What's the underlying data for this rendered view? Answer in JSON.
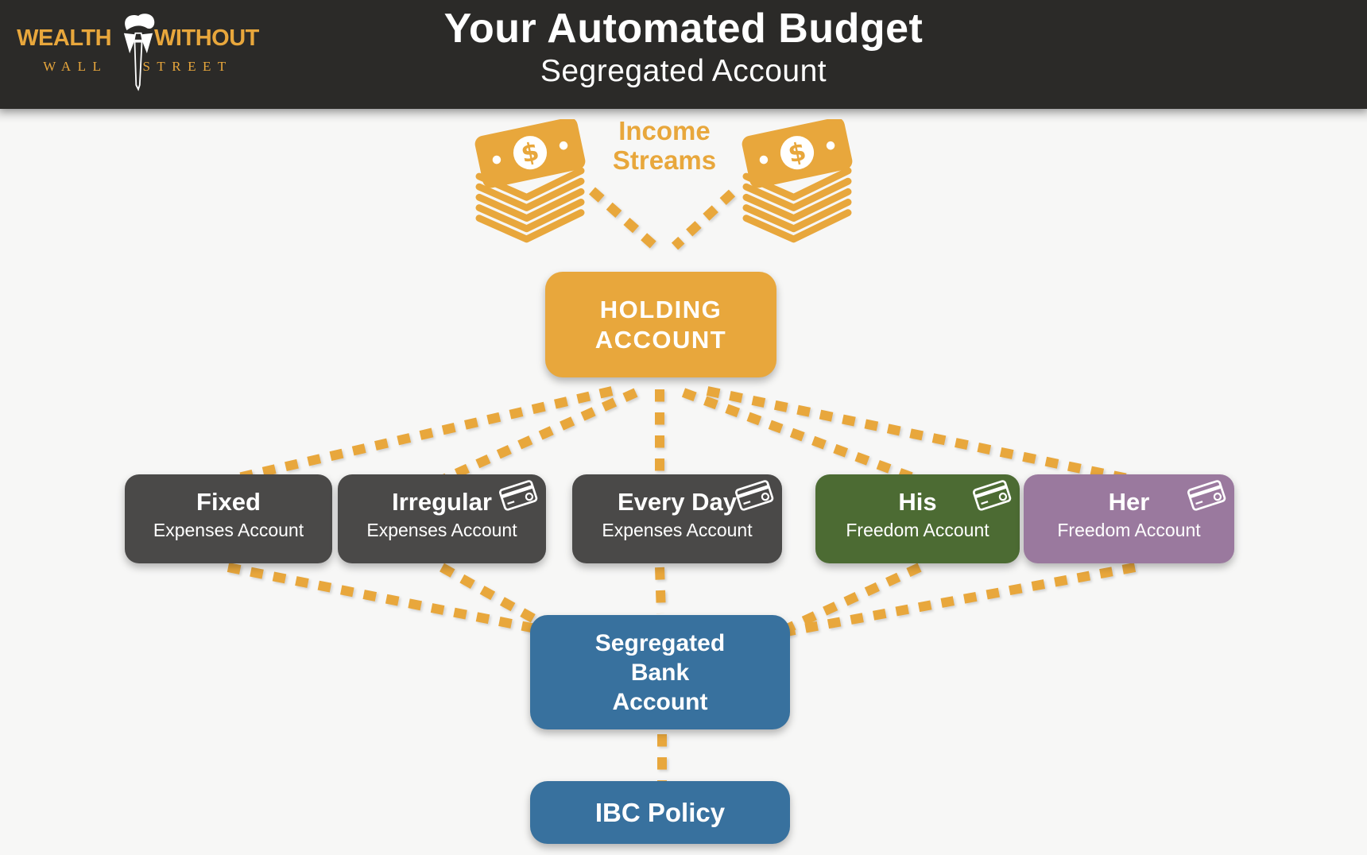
{
  "brand": {
    "word_left": "WEALTH",
    "word_right": "WITHOUT",
    "sub_left": "WALL",
    "sub_right": "STREET"
  },
  "header": {
    "title": "Your Automated Budget",
    "subtitle": "Segregated Account"
  },
  "income": {
    "line1": "Income",
    "line2": "Streams"
  },
  "holding": {
    "line1": "HOLDING",
    "line2": "ACCOUNT",
    "color": "#E8A73C"
  },
  "accounts": [
    {
      "title": "Fixed",
      "subtitle": "Expenses Account",
      "color": "#4A4948",
      "card": false
    },
    {
      "title": "Irregular",
      "subtitle": "Expenses Account",
      "color": "#4A4948",
      "card": true
    },
    {
      "title": "Every Day",
      "subtitle": "Expenses Account",
      "color": "#4A4948",
      "card": true
    },
    {
      "title": "His",
      "subtitle": "Freedom Account",
      "color": "#4C6B33",
      "card": true
    },
    {
      "title": "Her",
      "subtitle": "Freedom Account",
      "color": "#9A799E",
      "card": true
    }
  ],
  "bank": {
    "line1": "Segregated",
    "line2": "Bank",
    "line3": "Account",
    "color": "#38719E"
  },
  "policy": {
    "label": "IBC Policy",
    "color": "#38719E"
  },
  "icons": {
    "income": "money-stack-icon",
    "account_corner": "credit-card-icon",
    "logo": "man-with-tie-icon"
  },
  "colors": {
    "accent_gold": "#E8A73C",
    "header_bg": "#2B2A28",
    "page_bg": "#F7F7F6",
    "dark_box": "#4A4948",
    "green_box": "#4C6B33",
    "purple_box": "#9A799E",
    "blue_box": "#38719E",
    "text_on_box": "#FFFFFF"
  }
}
